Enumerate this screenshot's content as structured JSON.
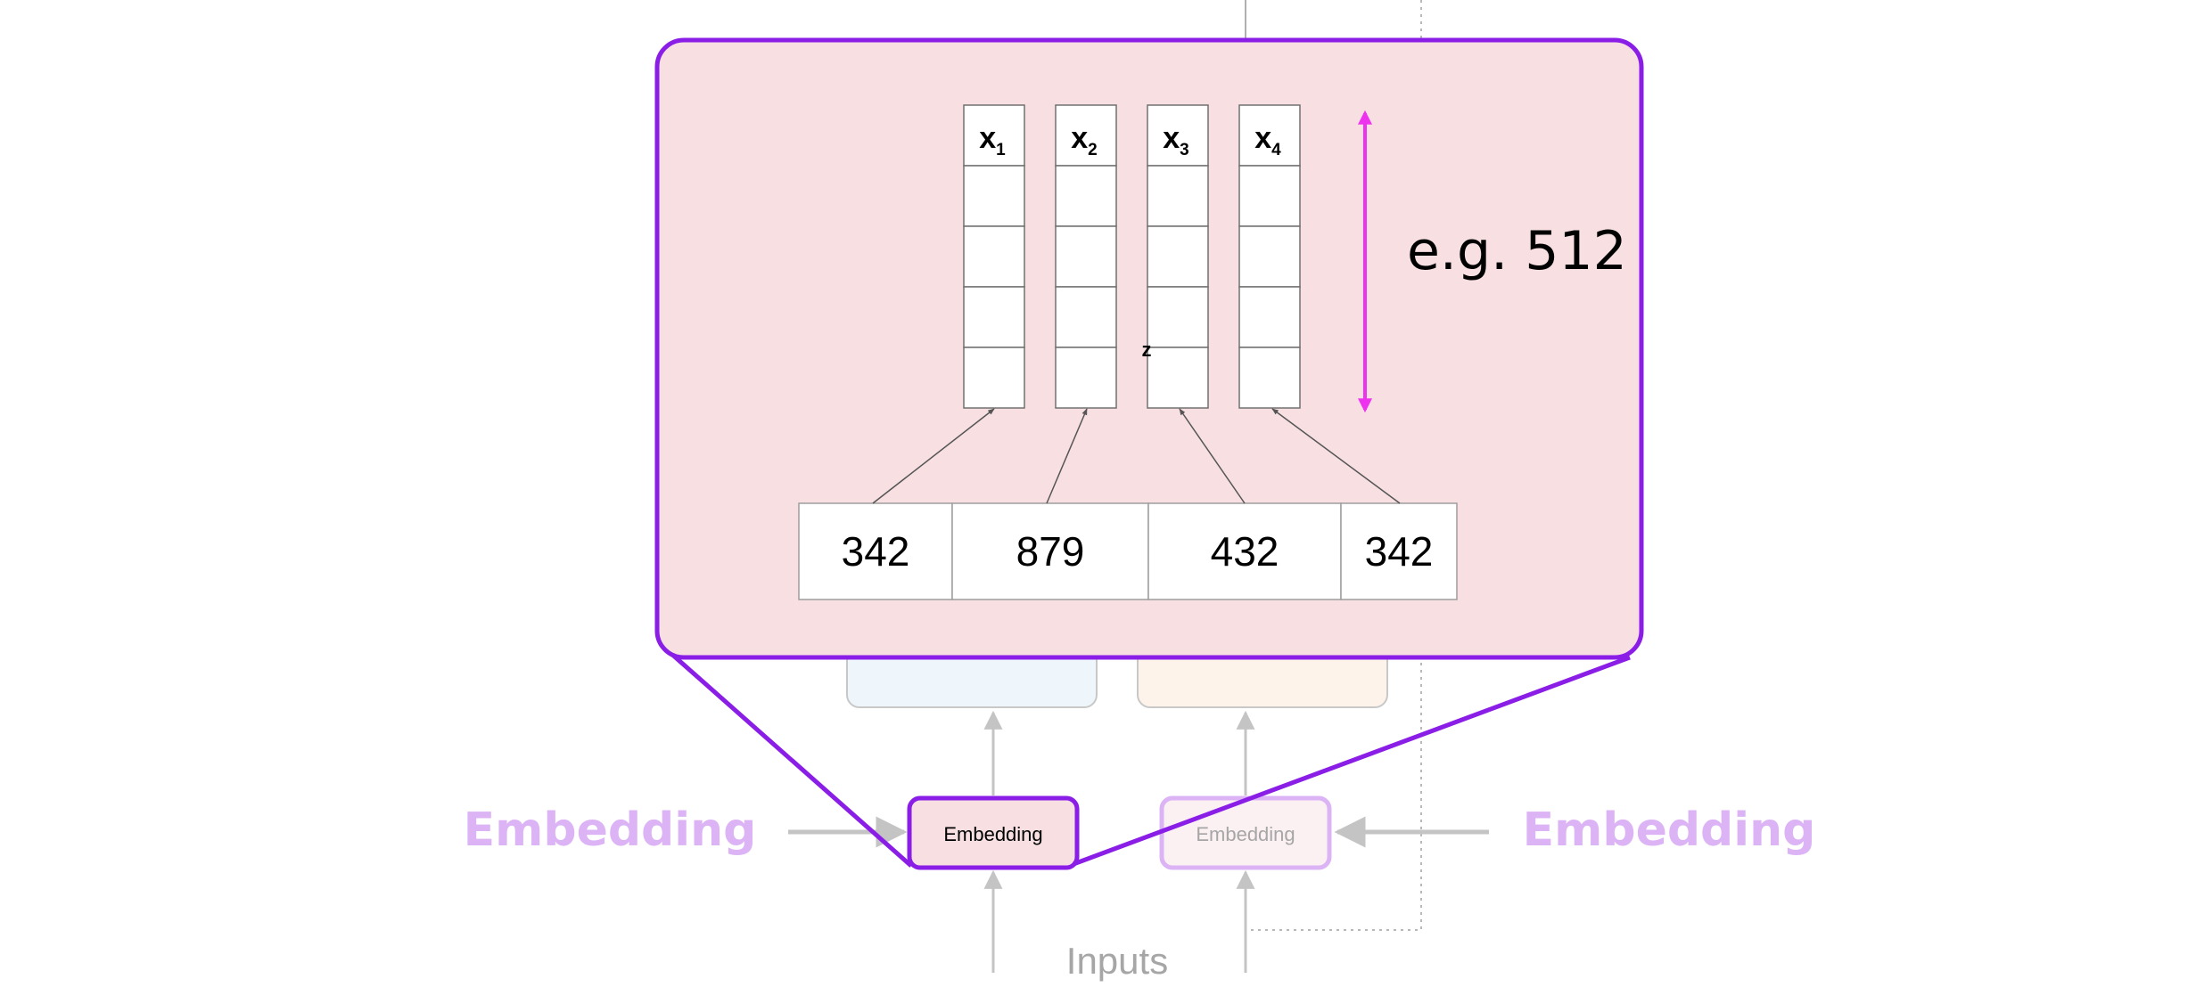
{
  "background_labels": {
    "embedding_left": "Embedding",
    "embedding_right": "Embedding",
    "inputs": "Inputs"
  },
  "embedding_boxes": {
    "highlighted": "Embedding",
    "faded": "Embedding"
  },
  "zoom_panel": {
    "vectors": [
      {
        "symbol": "x",
        "index": "1"
      },
      {
        "symbol": "x",
        "index": "2"
      },
      {
        "symbol": "x",
        "index": "3"
      },
      {
        "symbol": "x",
        "index": "4"
      }
    ],
    "token_ids": [
      "342",
      "879",
      "432",
      "342"
    ],
    "dimension_label": "e.g. 512",
    "stray_glyph": "z"
  },
  "colors": {
    "panel_fill": "#f7dfe2",
    "panel_border": "#8a1ee6",
    "dimension_arrow": "#ee33ee",
    "faded_label": "#dcb4f5",
    "inputs_label": "#a6a6a6",
    "encoder_box_fill": "#eef6fb",
    "decoder_box_fill": "#fdf3ea"
  }
}
